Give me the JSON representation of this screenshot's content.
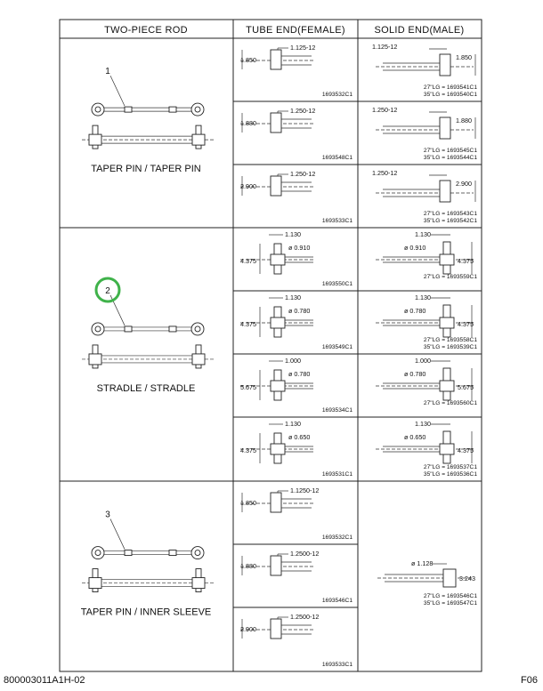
{
  "headers": [
    "TWO-PIECE ROD",
    "TUBE END(FEMALE)",
    "SOLID END(MALE)"
  ],
  "groups": [
    {
      "callout": "1",
      "caption": "TAPER PIN / TAPER PIN",
      "circled": false
    },
    {
      "callout": "2",
      "caption": "STRADLE / STRADLE",
      "circled": true
    },
    {
      "callout": "3",
      "caption": "TAPER PIN / INNER SLEEVE",
      "circled": false
    }
  ],
  "tube_rows": [
    {
      "thread": "1.125-12",
      "dim": "1.850",
      "part": "1693532C1"
    },
    {
      "thread": "1.250-12",
      "dim": "1.880",
      "part": "1693548C1"
    },
    {
      "thread": "1.250-12",
      "dim": "2.900",
      "part": "1693533C1"
    },
    {
      "top": "1.130",
      "dia": "ø 0.910",
      "dim": "4.375",
      "part": "1693550C1"
    },
    {
      "top": "1.130",
      "dia": "ø 0.780",
      "dim": "4.375",
      "part": "1693549C1"
    },
    {
      "top": "1.000",
      "dia": "ø 0.780",
      "dim": "5.675",
      "part": "1693534C1"
    },
    {
      "top": "1.130",
      "dia": "ø 0.650",
      "dim": "4.375",
      "part": "1693531C1"
    },
    {
      "thread": "1.1250-12",
      "dim": "1.850",
      "part": "1693532C1"
    },
    {
      "thread": "1.2500-12",
      "dim": "1.880",
      "part": "1693546C1"
    },
    {
      "thread": "1.2500-12",
      "dim": "2.900",
      "part": "1693533C1"
    }
  ],
  "solid_rows": [
    {
      "thread": "1.125-12",
      "dim": "1.850",
      "l1": "27\"LG = 1693541C1",
      "l2": "35\"LG = 1693540C1"
    },
    {
      "thread": "1.250-12",
      "dim": "1.880",
      "l1": "27\"LG = 1693545C1",
      "l2": "35\"LG = 1693544C1"
    },
    {
      "thread": "1.250-12",
      "dim": "2.900",
      "l1": "27\"LG = 1693543C1",
      "l2": "35\"LG = 1693542C1"
    },
    {
      "top": "1.130",
      "dia": "ø 0.910",
      "dim": "4.375",
      "l1": "27\"LG = 1693559C1",
      "l2": ""
    },
    {
      "top": "1.130",
      "dia": "ø 0.780",
      "dim": "4.375",
      "l1": "27\"LG = 1693558C1",
      "l2": "35\"LG = 1693539C1"
    },
    {
      "top": "1.000",
      "dia": "ø 0.780",
      "dim": "5.675",
      "l1": "27\"LG = 1693560C1",
      "l2": ""
    },
    {
      "top": "1.130",
      "dia": "ø 0.650",
      "dim": "4.375",
      "l1": "27\"LG = 1693537C1",
      "l2": "35\"LG = 1693536C1"
    }
  ],
  "solid_group3": {
    "dia": "ø 1.128",
    "dim": "3.243",
    "l1": "27\"LG = 1693546C1",
    "l2": "35\"LG = 1693547C1"
  },
  "footer": {
    "left": "800003011A1H-02",
    "right": "F06"
  }
}
